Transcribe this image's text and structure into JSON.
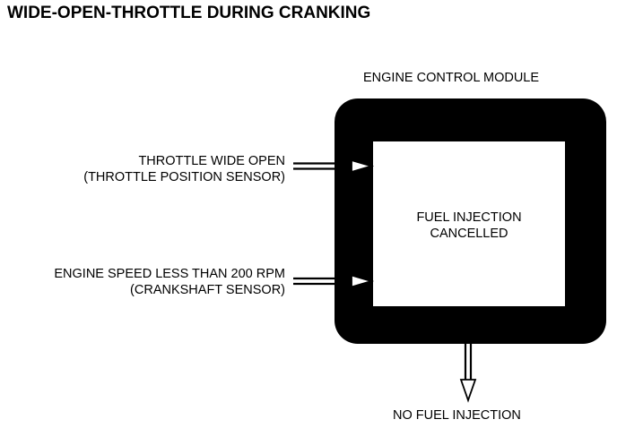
{
  "title": "WIDE-OPEN-THROTTLE DURING CRANKING",
  "module": {
    "label": "ENGINE CONTROL MODULE",
    "state_line1": "FUEL INJECTION",
    "state_line2": "CANCELLED"
  },
  "inputs": [
    {
      "line1": "THROTTLE WIDE OPEN",
      "line2": "(THROTTLE POSITION SENSOR)"
    },
    {
      "line1": "ENGINE SPEED LESS THAN 200 RPM",
      "line2": "(CRANKSHAFT SENSOR)"
    }
  ],
  "output": {
    "label": "NO FUEL INJECTION"
  }
}
